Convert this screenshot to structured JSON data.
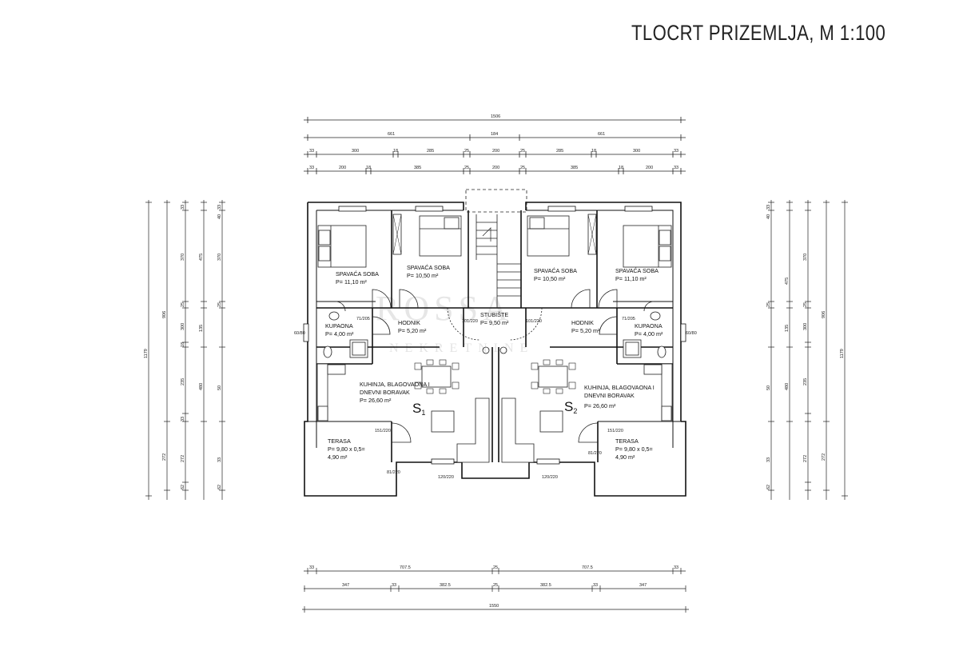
{
  "title": "TLOCRT PRIZEMLJA, M 1:100",
  "watermark": {
    "line1": "ROSSA",
    "line2": "NEKRETNINE"
  },
  "units": {
    "S1": {
      "letter": "S",
      "index": "1"
    },
    "S2": {
      "letter": "S",
      "index": "2"
    }
  },
  "rooms": {
    "bedroom_l1": {
      "name": "SPAVAĆA SOBA",
      "area": "P= 11,10 m²"
    },
    "bedroom_l2": {
      "name": "SPAVAĆA SOBA",
      "area": "P= 10,50 m²"
    },
    "bedroom_r2": {
      "name": "SPAVAĆA SOBA",
      "area": "P= 10,50 m²"
    },
    "bedroom_r1": {
      "name": "SPAVAĆA SOBA",
      "area": "P= 11,10 m²"
    },
    "stairs": {
      "name": "STUBIŠTE",
      "area": "P= 9,50 m²"
    },
    "hall_l": {
      "name": "HODNIK",
      "area": "P= 5,20 m²"
    },
    "hall_r": {
      "name": "HODNIK",
      "area": "P= 5,20 m²"
    },
    "bath_l": {
      "name": "KUPAONA",
      "area": "P= 4,00 m²"
    },
    "bath_r": {
      "name": "KUPAONA",
      "area": "P= 4,00 m²"
    },
    "living_l": {
      "name1": "KUHINJA, BLAGOVAONA I",
      "name2": "DNEVNI BORAVAK",
      "area": "P= 26,60 m²"
    },
    "living_r": {
      "name1": "KUHINJA, BLAGOVAONA I",
      "name2": "DNEVNI BORAVAK",
      "area": "P= 26,60 m²"
    },
    "terrace_l": {
      "name": "TERASA",
      "calc": "P= 9,80 x 0,5=",
      "area": "4,90 m²"
    },
    "terrace_r": {
      "name": "TERASA",
      "calc": "P= 9,80 x 0,5=",
      "area": "4,90 m²"
    }
  },
  "dims_top": {
    "total": "1506",
    "row2": [
      "661",
      "184",
      "661"
    ],
    "row3": [
      "33",
      "300",
      "18",
      "285",
      "25",
      "200",
      "25",
      "285",
      "18",
      "300",
      "33"
    ],
    "row4": [
      "33",
      "200",
      "18",
      "385",
      "25",
      "200",
      "25",
      "385",
      "18",
      "200",
      "33"
    ]
  },
  "dims_bottom": {
    "row1": [
      "33",
      "707.5",
      "25",
      "707.5",
      "33"
    ],
    "row2": [
      "347",
      "33",
      "382.5",
      "25",
      "382.5",
      "33",
      "347"
    ],
    "total": "1550"
  },
  "dims_side": {
    "col_a": [
      "1179"
    ],
    "col_b": [
      "906",
      "272"
    ],
    "col_c": [
      "33",
      "370",
      "25",
      "300",
      "18",
      "235",
      "33",
      "272",
      "62"
    ],
    "col_d": [
      "475",
      "135",
      "480"
    ],
    "col_e": [
      "33",
      "40",
      "370",
      "25",
      "50",
      "33",
      "62"
    ]
  },
  "openings": [
    "120/220",
    "71/205",
    "101/220",
    "81/220",
    "151/220",
    "60/80"
  ]
}
